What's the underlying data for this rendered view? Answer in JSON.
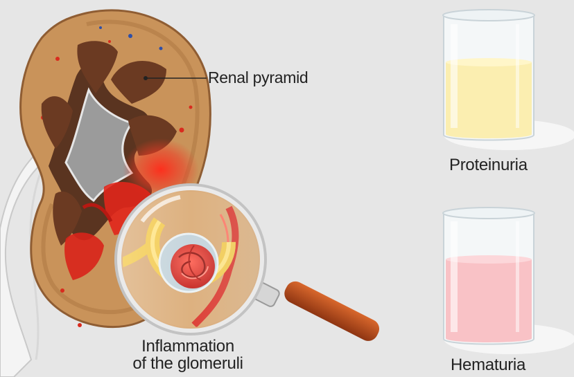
{
  "labels": {
    "renal_pyramid": "Renal pyramid",
    "inflammation_line1": "Inflammation",
    "inflammation_line2": "of the glomeruli",
    "proteinuria": "Proteinuria",
    "hematuria": "Hematuria"
  },
  "colors": {
    "background": "#e6e6e6",
    "cortex": "#c9935a",
    "pyramid": "#6b3a22",
    "inflammation": "#e0261b",
    "proteinuria_liquid": "#fbeeb0",
    "hematuria_liquid": "#f9c2c6",
    "magnifier_handle": "#b5461a"
  },
  "icons": {
    "kidney": "kidney-cross-section-icon",
    "magnifier": "magnifying-glass-icon",
    "beaker": "beaker-icon"
  }
}
